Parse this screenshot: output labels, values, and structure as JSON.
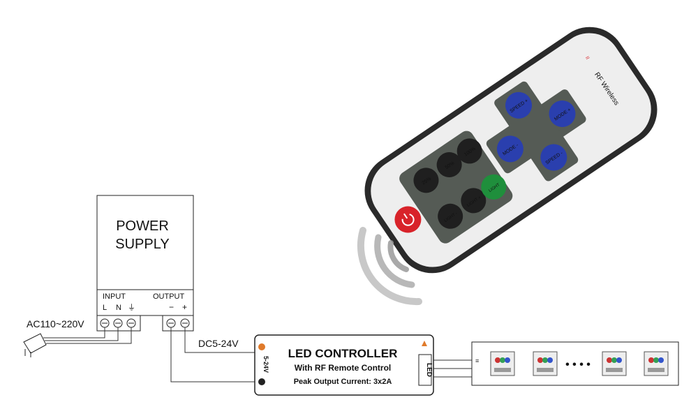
{
  "power_supply": {
    "title_line1": "POWER",
    "title_line2": "SUPPLY",
    "input_label": "INPUT",
    "output_label": "OUTPUT",
    "terminal_l": "L",
    "terminal_n": "N",
    "terminal_ground": "⏚",
    "terminal_minus": "−",
    "terminal_plus": "+"
  },
  "ac_label": "AC110~220V",
  "dc_label": "DC5-24V",
  "controller": {
    "title": "LED CONTROLLER",
    "subtitle": "With RF Remote Control",
    "peak": "Peak Output Current: 3x2A",
    "side_input": "5-24V",
    "side_output": "LED"
  },
  "remote": {
    "brand": "RF Wireless",
    "cross": {
      "speed_plus": "SPEED +",
      "mode_plus": "MODE +",
      "mode_minus": "MODE -",
      "speed_minus": "SPEED -"
    },
    "buttons": [
      "25%",
      "50%",
      "100%",
      "LIGHT -",
      "LIGHT +",
      "LIGHT"
    ]
  },
  "strip": {
    "ellipsis": "• • • •"
  },
  "colors": {
    "blue_key": "#2a3fae",
    "gray_key": "#555b55",
    "green_key": "#1f8f3c",
    "power_key": "#d8232a",
    "subtitle_orange": "#e07a2a"
  }
}
